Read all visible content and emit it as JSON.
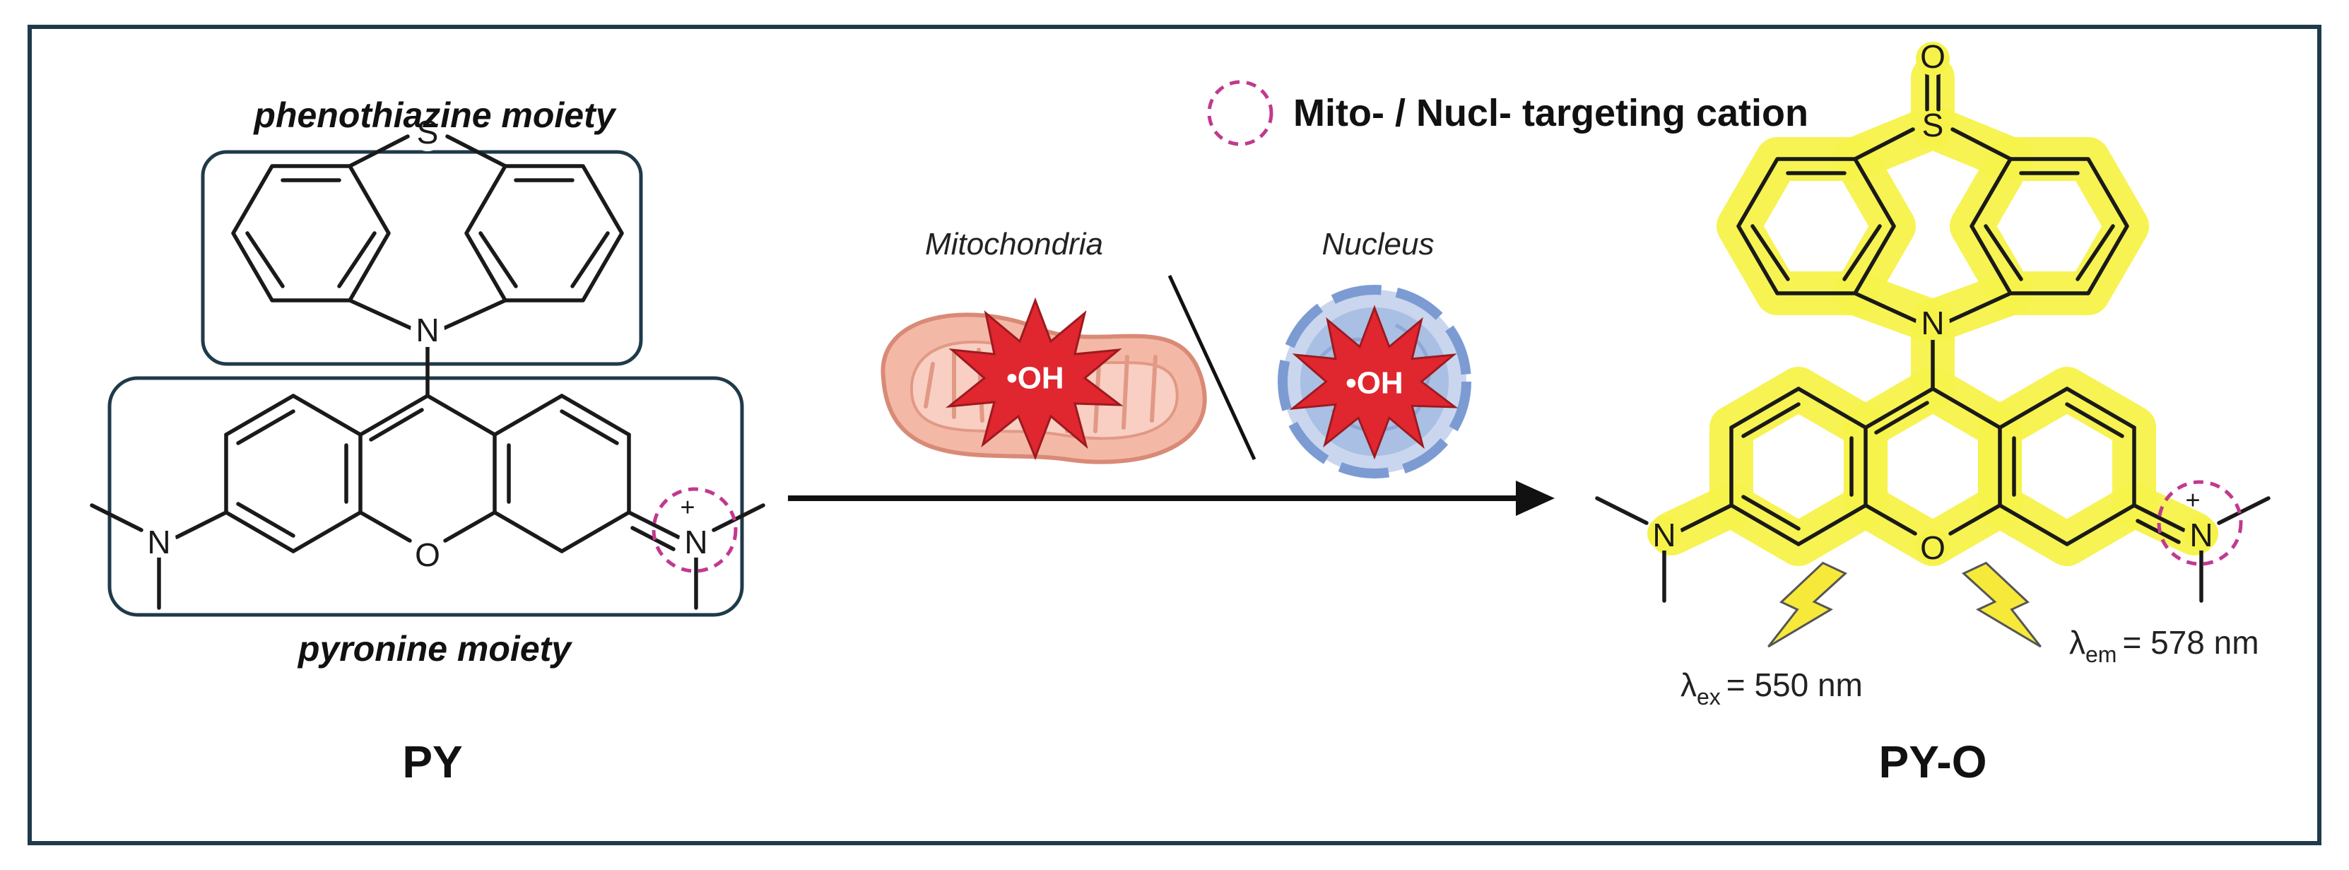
{
  "legend": {
    "text": "Mito- / Nucl- targeting cation",
    "accent": "#c2398f"
  },
  "py": {
    "label": "PY",
    "phenothiazine_label": "phenothiazine moiety",
    "pyronine_label": "pyronine moiety",
    "atoms": {
      "S": "S",
      "N": "N",
      "O": "O",
      "plus": "+"
    }
  },
  "reaction": {
    "mitochondria_label": "Mitochondria",
    "nucleus_label": "Nucleus",
    "radical": "•OH"
  },
  "pyo": {
    "label": "PY-O",
    "atoms": {
      "S": "S",
      "O_top": "O",
      "N": "N",
      "O": "O",
      "plus": "+"
    },
    "excitation": {
      "symbol": "λ",
      "sub": "ex",
      "value": "= 550 nm"
    },
    "emission": {
      "symbol": "λ",
      "sub": "em",
      "value": "= 578 nm"
    },
    "highlight_color": "#f6f24a"
  },
  "colors": {
    "frame": "#1f3a4a",
    "radical_red": "#e0262f",
    "mito_fill": "#f4b9a6",
    "nucleus_fill": "#a9bfe3"
  }
}
